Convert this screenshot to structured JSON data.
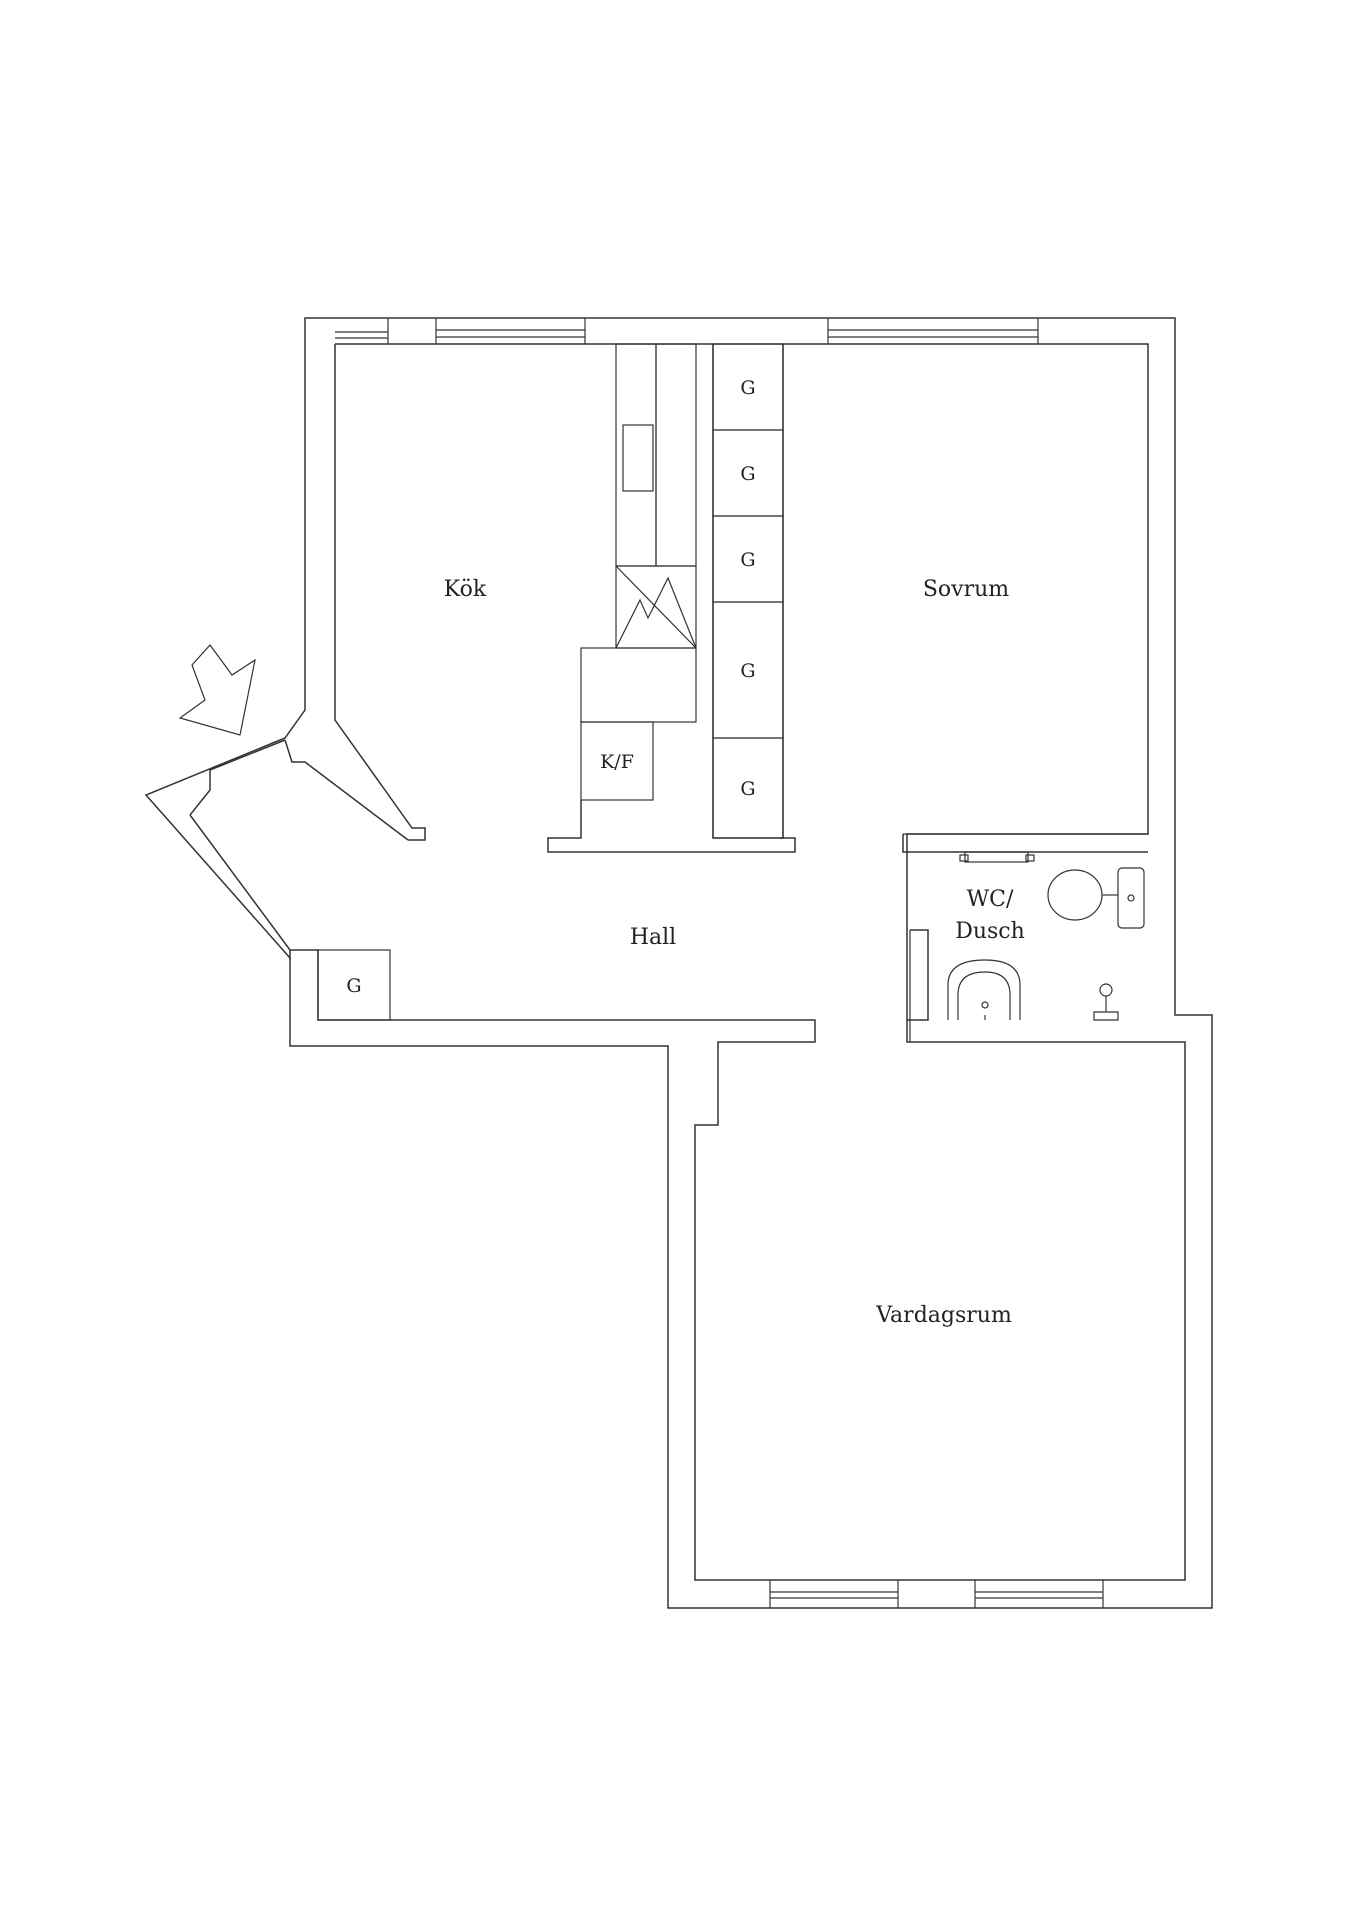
{
  "rooms": {
    "kok": "Kök",
    "sovrum": "Sovrum",
    "hall": "Hall",
    "wc_line1": "WC/",
    "wc_line2": "Dusch",
    "vardagsrum": "Vardagsrum"
  },
  "fixtures": {
    "kf": "K/F",
    "wardrobe": "G"
  },
  "colors": {
    "line": "#333333",
    "background": "#ffffff"
  }
}
